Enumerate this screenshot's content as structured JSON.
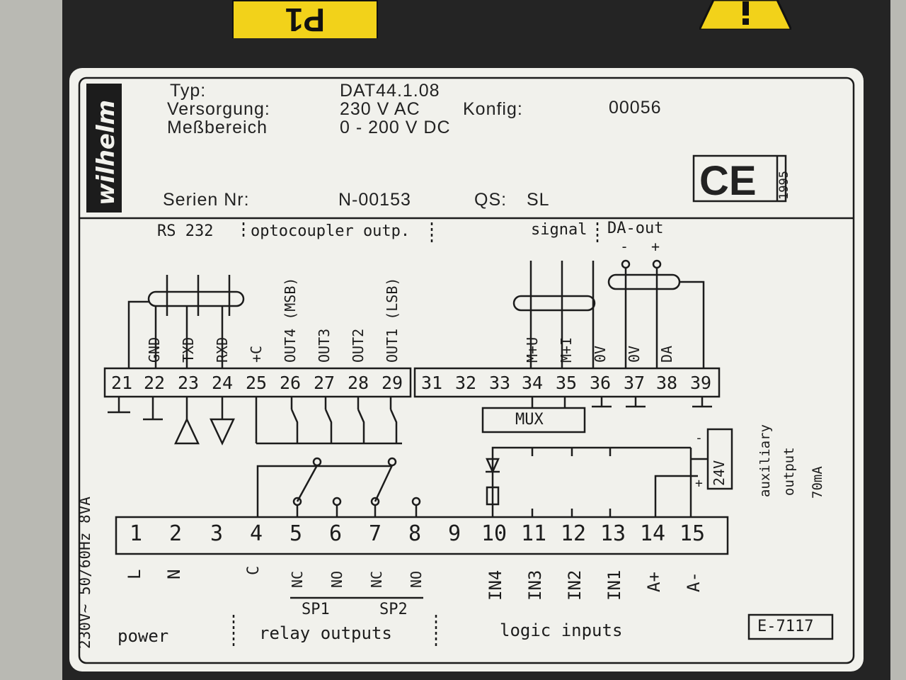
{
  "top": {
    "module_label": "P1"
  },
  "header": {
    "brand": "wilhelm",
    "type_label": "Typ:",
    "type_value": "DAT44.1.08",
    "supply_label": "Versorgung:",
    "supply_value": "230 V AC",
    "config_label": "Konfig:",
    "config_value": "00056",
    "range_label": "Meßbereich",
    "range_value": "0 - 200 V DC",
    "serial_label": "Serien Nr:",
    "serial_value": "N-00153",
    "qs_label": "QS:",
    "qs_value": "SL",
    "ce_mark": "CE",
    "ce_year": "1995"
  },
  "sections": {
    "rs232": "RS 232",
    "opto": "optocoupler outp.",
    "signal": "signal",
    "da_out": "DA-out",
    "da_minus": "-",
    "da_plus": "+",
    "mux": "MUX"
  },
  "top_terminals": [
    "21",
    "22",
    "23",
    "24",
    "25",
    "26",
    "27",
    "28",
    "29",
    "31",
    "32",
    "33",
    "34",
    "35",
    "36",
    "37",
    "38",
    "39"
  ],
  "top_signal_labels": [
    "GND",
    "TXD",
    "RXD",
    "+C",
    "OUT4 (MSB)",
    "OUT3",
    "OUT2",
    "OUT1 (LSB)",
    "M+U",
    "M+I",
    "0V",
    "0V",
    "DA"
  ],
  "bottom_terminals": [
    "1",
    "2",
    "3",
    "4",
    "5",
    "6",
    "7",
    "8",
    "9",
    "10",
    "11",
    "12",
    "13",
    "14",
    "15"
  ],
  "bottom_signal_labels": [
    "L",
    "N",
    "C",
    "NC",
    "NO",
    "NC",
    "NO",
    "IN4",
    "IN3",
    "IN2",
    "IN1",
    "A+",
    "A-"
  ],
  "groups": {
    "sp1": "SP1",
    "sp2": "SP2"
  },
  "supply_spec": "230V~ 50/60Hz 8VA",
  "aux": {
    "line1": "auxiliary",
    "line2": "output",
    "line3": "70mA",
    "voltage": "24V",
    "minus": "-",
    "plus": "+"
  },
  "footer": {
    "power": "power",
    "relay": "relay outputs",
    "logic": "logic inputs",
    "code": "E-7117"
  },
  "colors": {
    "label_bg": "#f1f1ec",
    "ink": "#1c1c1c",
    "housing": "#242424",
    "warning": "#f2d21a"
  }
}
